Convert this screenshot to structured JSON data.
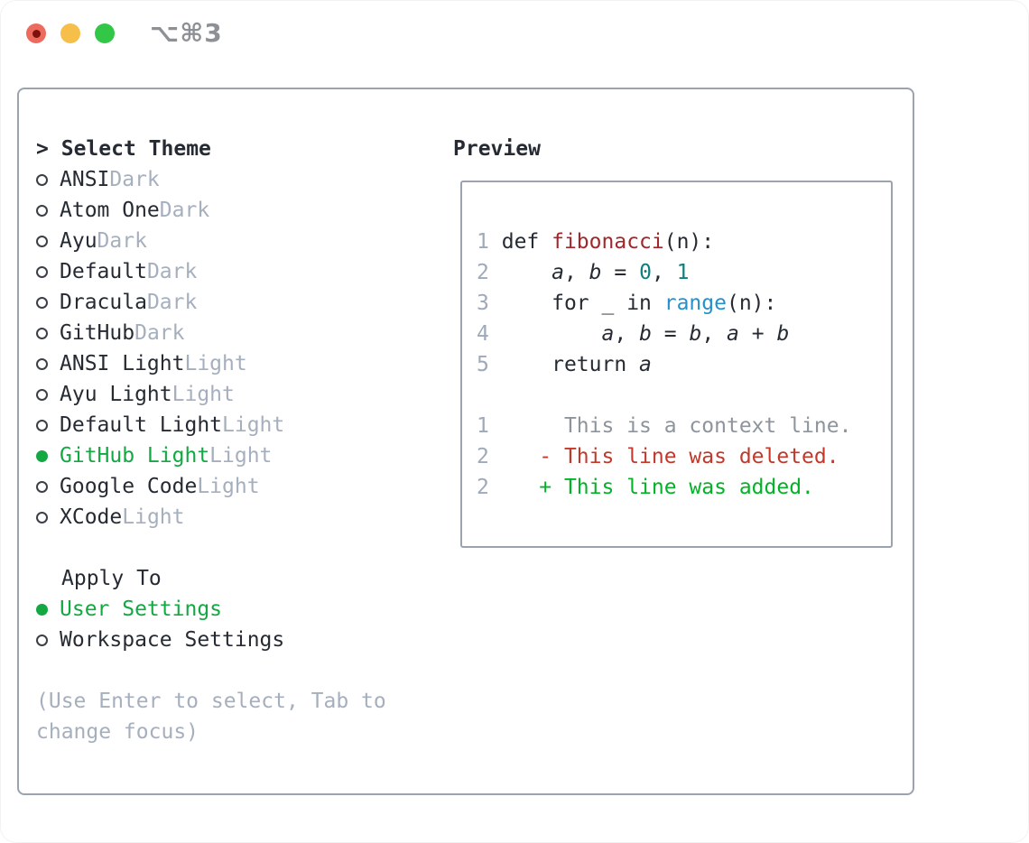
{
  "window": {
    "title": "⌥⌘3"
  },
  "colors": {
    "fg": "#262b33",
    "muted": "#a6afbd",
    "ln": "#9fa9ba",
    "ctx": "#8d949c",
    "green": "#14a843",
    "add": "#04b227",
    "del": "#c2392b",
    "func": "#a3262a",
    "const": "#107e7d",
    "call": "#2590cc",
    "border": "#9aa3ae",
    "title-gray": "#8d9196"
  },
  "theme_picker": {
    "header_prefix": ">",
    "header": "Select Theme",
    "items": [
      {
        "name": "ANSI",
        "variant": "Dark",
        "selected": false
      },
      {
        "name": "Atom One",
        "variant": "Dark",
        "selected": false
      },
      {
        "name": "Ayu",
        "variant": "Dark",
        "selected": false
      },
      {
        "name": "Default",
        "variant": "Dark",
        "selected": false
      },
      {
        "name": "Dracula",
        "variant": "Dark",
        "selected": false
      },
      {
        "name": "GitHub",
        "variant": "Dark",
        "selected": false
      },
      {
        "name": "ANSI Light",
        "variant": "Light",
        "selected": false
      },
      {
        "name": "Ayu Light",
        "variant": "Light",
        "selected": false
      },
      {
        "name": "Default Light",
        "variant": "Light",
        "selected": false
      },
      {
        "name": "GitHub Light",
        "variant": "Light",
        "selected": true
      },
      {
        "name": "Google Code",
        "variant": "Light",
        "selected": false
      },
      {
        "name": "XCode",
        "variant": "Light",
        "selected": false
      }
    ],
    "apply_header": "Apply To",
    "apply_items": [
      {
        "name": "User Settings",
        "selected": true
      },
      {
        "name": "Workspace Settings",
        "selected": false
      }
    ],
    "hint_lines": [
      "(Use Enter to select, Tab to",
      "change focus)"
    ]
  },
  "preview": {
    "header": "Preview",
    "lines": [
      {
        "num": "1",
        "segments": [
          {
            "text": "def ",
            "style": "fg"
          },
          {
            "text": "fibonacci",
            "style": "func"
          },
          {
            "text": "(n):",
            "style": "fg"
          }
        ]
      },
      {
        "num": "2",
        "segments": [
          {
            "text": "    ",
            "style": "fg"
          },
          {
            "text": "a",
            "style": "var"
          },
          {
            "text": ", ",
            "style": "fg"
          },
          {
            "text": "b",
            "style": "var"
          },
          {
            "text": " = ",
            "style": "fg"
          },
          {
            "text": "0",
            "style": "const"
          },
          {
            "text": ", ",
            "style": "fg"
          },
          {
            "text": "1",
            "style": "const"
          }
        ]
      },
      {
        "num": "3",
        "segments": [
          {
            "text": "    for _ in ",
            "style": "fg"
          },
          {
            "text": "range",
            "style": "call"
          },
          {
            "text": "(n):",
            "style": "fg"
          }
        ]
      },
      {
        "num": "4",
        "segments": [
          {
            "text": "        ",
            "style": "fg"
          },
          {
            "text": "a",
            "style": "var"
          },
          {
            "text": ", ",
            "style": "fg"
          },
          {
            "text": "b",
            "style": "var"
          },
          {
            "text": " = ",
            "style": "fg"
          },
          {
            "text": "b",
            "style": "var"
          },
          {
            "text": ", ",
            "style": "fg"
          },
          {
            "text": "a",
            "style": "var"
          },
          {
            "text": " + ",
            "style": "fg"
          },
          {
            "text": "b",
            "style": "var"
          }
        ]
      },
      {
        "num": "5",
        "segments": [
          {
            "text": "    return ",
            "style": "fg"
          },
          {
            "text": "a",
            "style": "var"
          }
        ]
      },
      {
        "num": "",
        "segments": []
      },
      {
        "num": "1",
        "segments": [
          {
            "text": "     This is a context line.",
            "style": "ctx"
          }
        ]
      },
      {
        "num": "2",
        "segments": [
          {
            "text": "   - This line was deleted.",
            "style": "del"
          }
        ]
      },
      {
        "num": "2",
        "segments": [
          {
            "text": "   + This line was added.",
            "style": "add"
          }
        ]
      }
    ]
  }
}
